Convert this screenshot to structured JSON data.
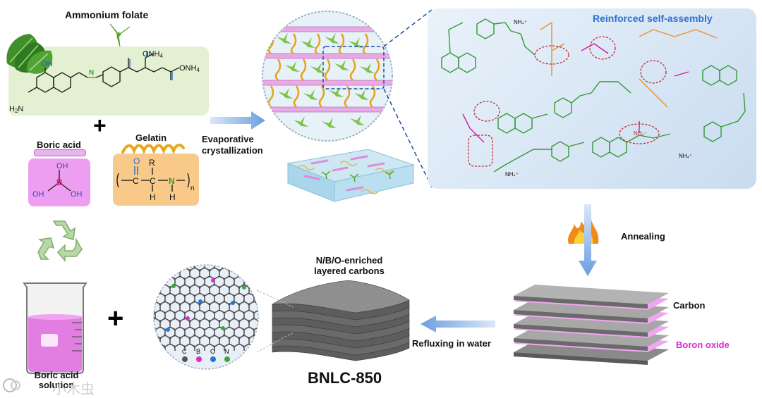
{
  "labels": {
    "ammonium_folate": "Ammonium folate",
    "boric_acid": "Boric acid",
    "gelatin": "Gelatin",
    "evaporative": "Evaporative",
    "crystallization": "crystallization",
    "reinforced": "Reinforced self-assembly",
    "annealing": "Annealing",
    "carbon": "Carbon",
    "boron_oxide": "Boron oxide",
    "refluxing": "Refluxing in water",
    "nbo_line1": "N/B/O-enriched",
    "nbo_line2": "layered carbons",
    "product": "BNLC-850",
    "solution_line1": "Boric acid",
    "solution_line2": "solution",
    "plus": "+"
  },
  "chem": {
    "OH": "OH",
    "H2N": "H",
    "two": "2",
    "N": "N",
    "H": "H",
    "O": "O",
    "NH4": "ONH",
    "four": "4",
    "B": "B",
    "C": "C",
    "R": "R",
    "n": "n",
    "NH4plus": "NH₄⁺"
  },
  "legend": [
    "C",
    "B",
    "O",
    "N"
  ],
  "watermark": "小木虫"
}
